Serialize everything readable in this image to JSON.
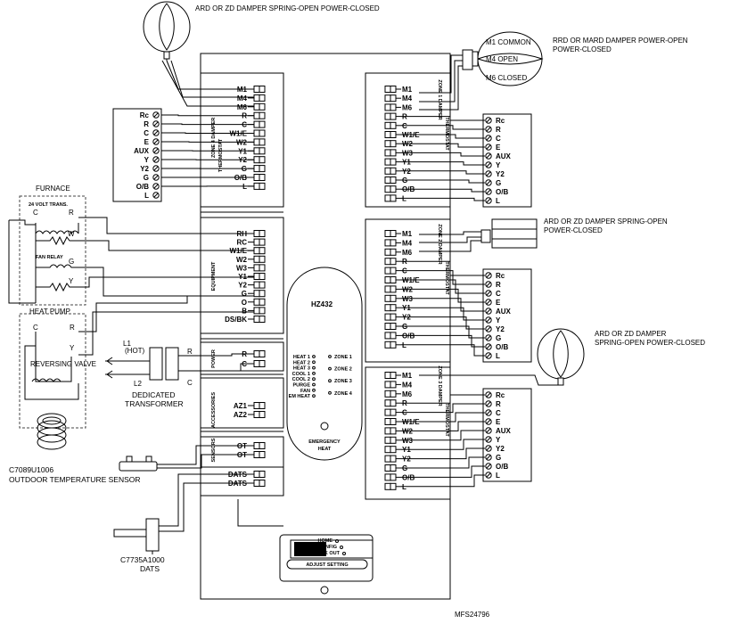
{
  "labels": {
    "damper_top": "ARD OR ZD DAMPER SPRING-OPEN POWER-CLOSED",
    "rrd_1": "RRD OR MARD DAMPER POWER-OPEN",
    "rrd_2": "POWER-CLOSED",
    "m1_common": "M1 COMMON",
    "m4_open": "M4 OPEN",
    "m6_closed": "M6 CLOSED",
    "damper_z2_1": "ARD OR ZD DAMPER SPRING-OPEN",
    "damper_z2_2": "POWER-CLOSED",
    "damper_z3_1": "ARD OR ZD DAMPER",
    "damper_z3_2": "SPRING-OPEN POWER-CLOSED",
    "furnace": "FURNACE",
    "transformer_24v": "24 VOLT TRANS.",
    "fan_relay": "FAN RELAY",
    "heat_pump": "HEAT PUMP",
    "reversing_valve": "REVERSING VALVE",
    "l1_hot": "L1\n(HOT)",
    "l1": "L1",
    "hot": "(HOT)",
    "l2": "L2",
    "dedicated": "DEDICATED",
    "transformer": "TRANSFORMER",
    "oat_model": "C7089U1006",
    "oat_name": "OUTDOOR TEMPERATURE SENSOR",
    "dats_model": "C7735A1000",
    "dats_name": "DATS",
    "footer_code": "MFS24796",
    "panel_title": "HZ432",
    "emergency_1": "EMERGENCY",
    "emergency_2": "HEAT",
    "home": "HOME",
    "config": "CONFIG",
    "check_out": "CHECK OUT",
    "adjust_setting": "ADJUST SETTING"
  },
  "left_blocks": {
    "zone4": {
      "title": "ZONE 4 DAMPER",
      "sub": "THERMOSTAT",
      "dampers": [
        "M1",
        "M4",
        "M6"
      ],
      "terms": [
        "R",
        "C",
        "W1/E",
        "W2",
        "Y1",
        "Y2",
        "G",
        "O/B",
        "L"
      ]
    },
    "equipment": {
      "title": "EQUIPMENT",
      "terms": [
        "RH",
        "RC",
        "W1/E",
        "W2",
        "W3",
        "Y1",
        "Y2",
        "G",
        "O",
        "B",
        "DS/BK"
      ]
    },
    "power": {
      "title": "POWER",
      "terms": [
        "R",
        "C"
      ]
    },
    "accessories": {
      "title": "ACCESSORIES",
      "terms": [
        "AZ1",
        "AZ2"
      ]
    },
    "sensors": {
      "title": "SENSORS",
      "terms": [
        "OT",
        "OT",
        "DATS",
        "DATS"
      ]
    }
  },
  "right_blocks": {
    "zone1": {
      "title": "ZONE 1 DAMPER",
      "sub": "THERMOSTAT"
    },
    "zone2": {
      "title": "ZONE 2 DAMPER",
      "sub": "THERMOSTAT"
    },
    "zone3": {
      "title": "ZONE 3 DAMPER",
      "sub": "THERMOSTAT"
    },
    "zone_terms": [
      "M1",
      "M4",
      "M6",
      "R",
      "C",
      "W1/E",
      "W2",
      "W3",
      "Y1",
      "Y2",
      "G",
      "O/B",
      "L"
    ]
  },
  "thermostat_terms": [
    "Rc",
    "R",
    "C",
    "E",
    "AUX",
    "Y",
    "Y2",
    "G",
    "O/B",
    "L"
  ],
  "leds": [
    "HEAT 1",
    "HEAT 2",
    "HEAT 3",
    "COOL 1",
    "COOL 2",
    "PURGE",
    "FAN",
    "EM HEAT"
  ],
  "zone_leds": [
    "ZONE 1",
    "ZONE 2",
    "ZONE 3",
    "ZONE 4"
  ],
  "furnace_terms": [
    "C",
    "R",
    "W",
    "G",
    "Y"
  ],
  "heat_pump_terms": [
    "C",
    "R",
    "Y"
  ],
  "transformer_terms": [
    "R",
    "C"
  ]
}
